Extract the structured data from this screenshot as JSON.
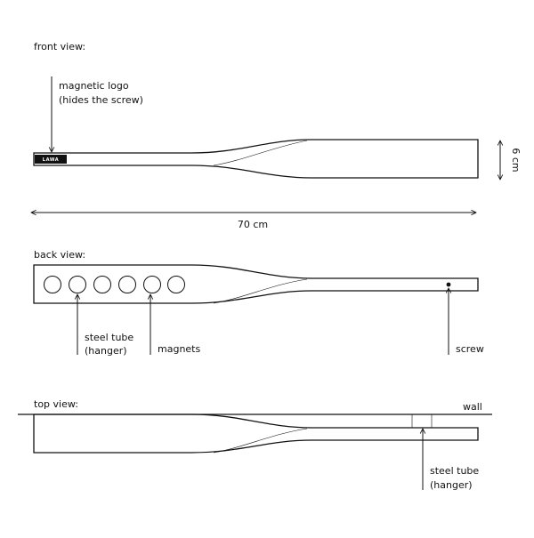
{
  "views": {
    "front": {
      "title": "front view:",
      "callout_line1": "magnetic logo",
      "callout_line2": "(hides the screw)",
      "logo_text": "LAWA",
      "length_dimension": "70 cm",
      "height_dimension": "6 cm"
    },
    "back": {
      "title": "back view:",
      "tube_line1": "steel tube",
      "tube_line2": "(hanger)",
      "magnets": "magnets",
      "screw": "screw"
    },
    "top": {
      "title": "top view:",
      "wall": "wall",
      "tube_line1": "steel tube",
      "tube_line2": "(hanger)"
    }
  },
  "colors": {
    "ink": "#111111",
    "background": "#ffffff"
  }
}
